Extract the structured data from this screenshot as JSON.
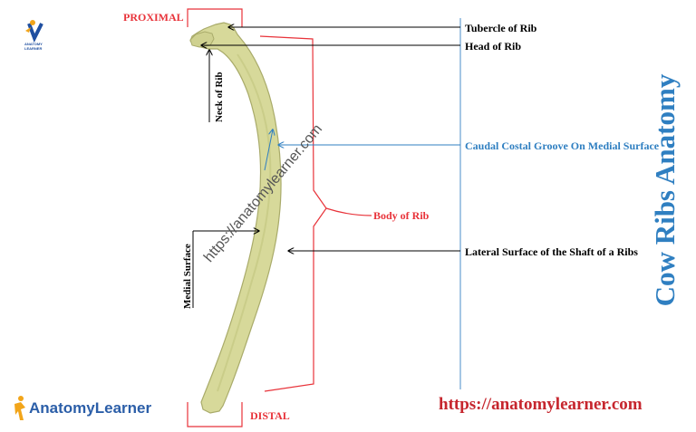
{
  "diagram": {
    "title": "Cow Ribs Anatomy",
    "labels": {
      "proximal": "PROXIMAL",
      "distal": "DISTAL",
      "tubercle": "Tubercle of Rib",
      "head": "Head of Rib",
      "neck": "Neck of Rib",
      "groove": "Caudal Costal Groove On Medial Surface",
      "body": "Body of Rib",
      "lateral": "Lateral Surface of the Shaft of a Ribs",
      "medial": "Medial Surface"
    },
    "watermark": "https://anatomylearner.com",
    "url": "https://anatomylearner.com",
    "brand": "AnatomyLearner",
    "logo_small_text": [
      "ANATOMY",
      "LEARNER"
    ]
  },
  "colors": {
    "bone_fill": "#d7d99a",
    "bone_stroke": "#a9ab6a",
    "label_red": "#e8333a",
    "label_blue": "#2f7fc1",
    "url_red": "#c6262e",
    "divider_blue": "#4a8ec9"
  },
  "icons": {
    "logo": "anatomy-learner-logo-icon"
  }
}
